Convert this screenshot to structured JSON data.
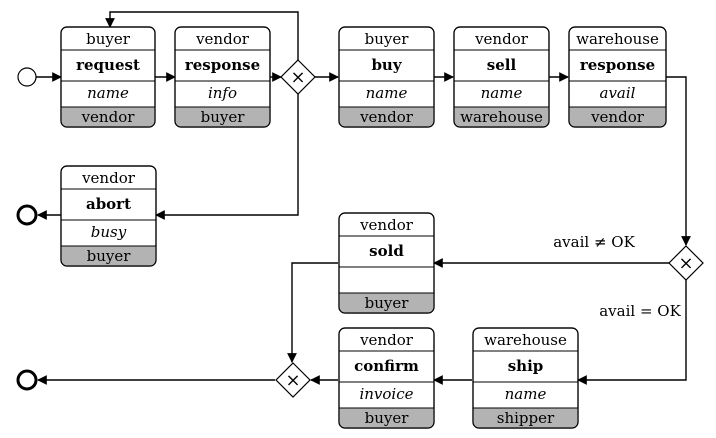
{
  "tasks": [
    {
      "id": "request",
      "role": "buyer",
      "message": "request",
      "param": "name",
      "receiver": "vendor"
    },
    {
      "id": "response1",
      "role": "vendor",
      "message": "response",
      "param": "info",
      "receiver": "buyer"
    },
    {
      "id": "buy",
      "role": "buyer",
      "message": "buy",
      "param": "name",
      "receiver": "vendor"
    },
    {
      "id": "sell",
      "role": "vendor",
      "message": "sell",
      "param": "name",
      "receiver": "warehouse"
    },
    {
      "id": "response2",
      "role": "warehouse",
      "message": "response",
      "param": "avail",
      "receiver": "vendor"
    },
    {
      "id": "abort",
      "role": "vendor",
      "message": "abort",
      "param": "busy",
      "receiver": "buyer"
    },
    {
      "id": "sold",
      "role": "vendor",
      "message": "sold",
      "param": "",
      "receiver": "buyer"
    },
    {
      "id": "confirm",
      "role": "vendor",
      "message": "confirm",
      "param": "invoice",
      "receiver": "buyer"
    },
    {
      "id": "ship",
      "role": "warehouse",
      "message": "ship",
      "param": "name",
      "receiver": "shipper"
    }
  ],
  "conditions": {
    "not_ok": "avail ≠ OK",
    "ok": "avail = OK"
  },
  "gateway_symbol": "×"
}
